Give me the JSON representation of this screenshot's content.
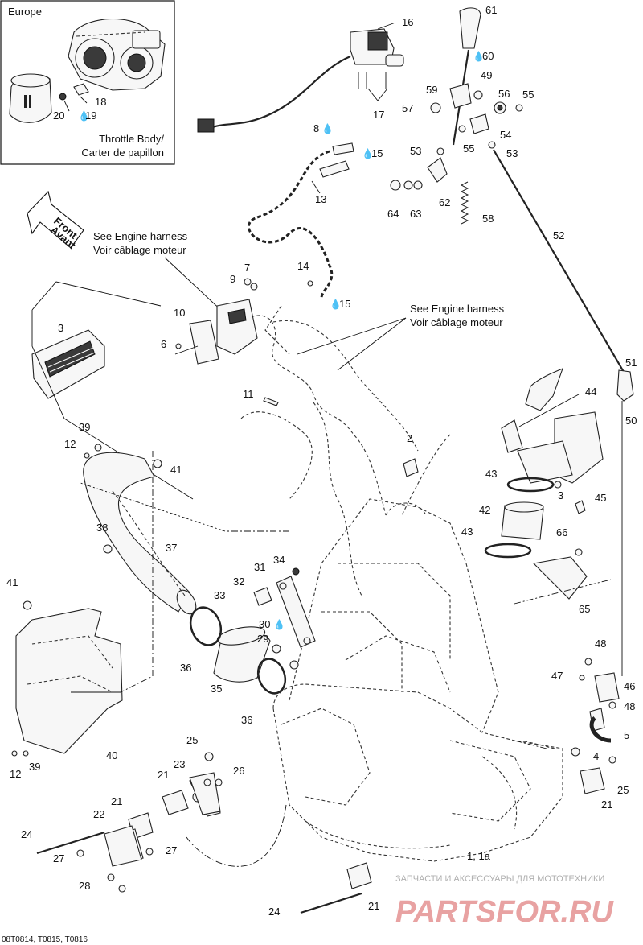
{
  "inset": {
    "region": "Europe",
    "caption_line1": "Throttle Body/",
    "caption_line2": "Carter de papillon",
    "callouts": [
      "18",
      "19",
      "20"
    ]
  },
  "notes": {
    "front_line1": "Front",
    "front_line2": "Avant",
    "harness_a_line1": "See Engine harness",
    "harness_a_line2": "Voir câblage moteur",
    "harness_b_line1": "See Engine harness",
    "harness_b_line2": "Voir câblage moteur"
  },
  "callouts": [
    "1, 1a",
    "2",
    "3",
    "3",
    "4",
    "5",
    "6",
    "7",
    "8",
    "9",
    "10",
    "11",
    "12",
    "12",
    "13",
    "14",
    "15",
    "15",
    "16",
    "17",
    "21",
    "21",
    "21",
    "21",
    "22",
    "23",
    "24",
    "24",
    "25",
    "25",
    "26",
    "27",
    "27",
    "28",
    "29",
    "30",
    "31",
    "32",
    "33",
    "34",
    "35",
    "36",
    "36",
    "37",
    "38",
    "39",
    "39",
    "40",
    "41",
    "41",
    "42",
    "43",
    "43",
    "44",
    "45",
    "46",
    "47",
    "48",
    "48",
    "49",
    "50",
    "51",
    "52",
    "53",
    "53",
    "54",
    "55",
    "55",
    "56",
    "57",
    "58",
    "59",
    "60",
    "61",
    "62",
    "63",
    "64",
    "65",
    "66"
  ],
  "footer": {
    "drawing_code": "08T0814, T0815, T0816"
  },
  "watermark": {
    "tagline": "ЗАПЧАСТИ И АКСЕССУАРЫ ДЛЯ МОТОТЕХНИКИ",
    "brand": "PARTSFOR.RU"
  }
}
